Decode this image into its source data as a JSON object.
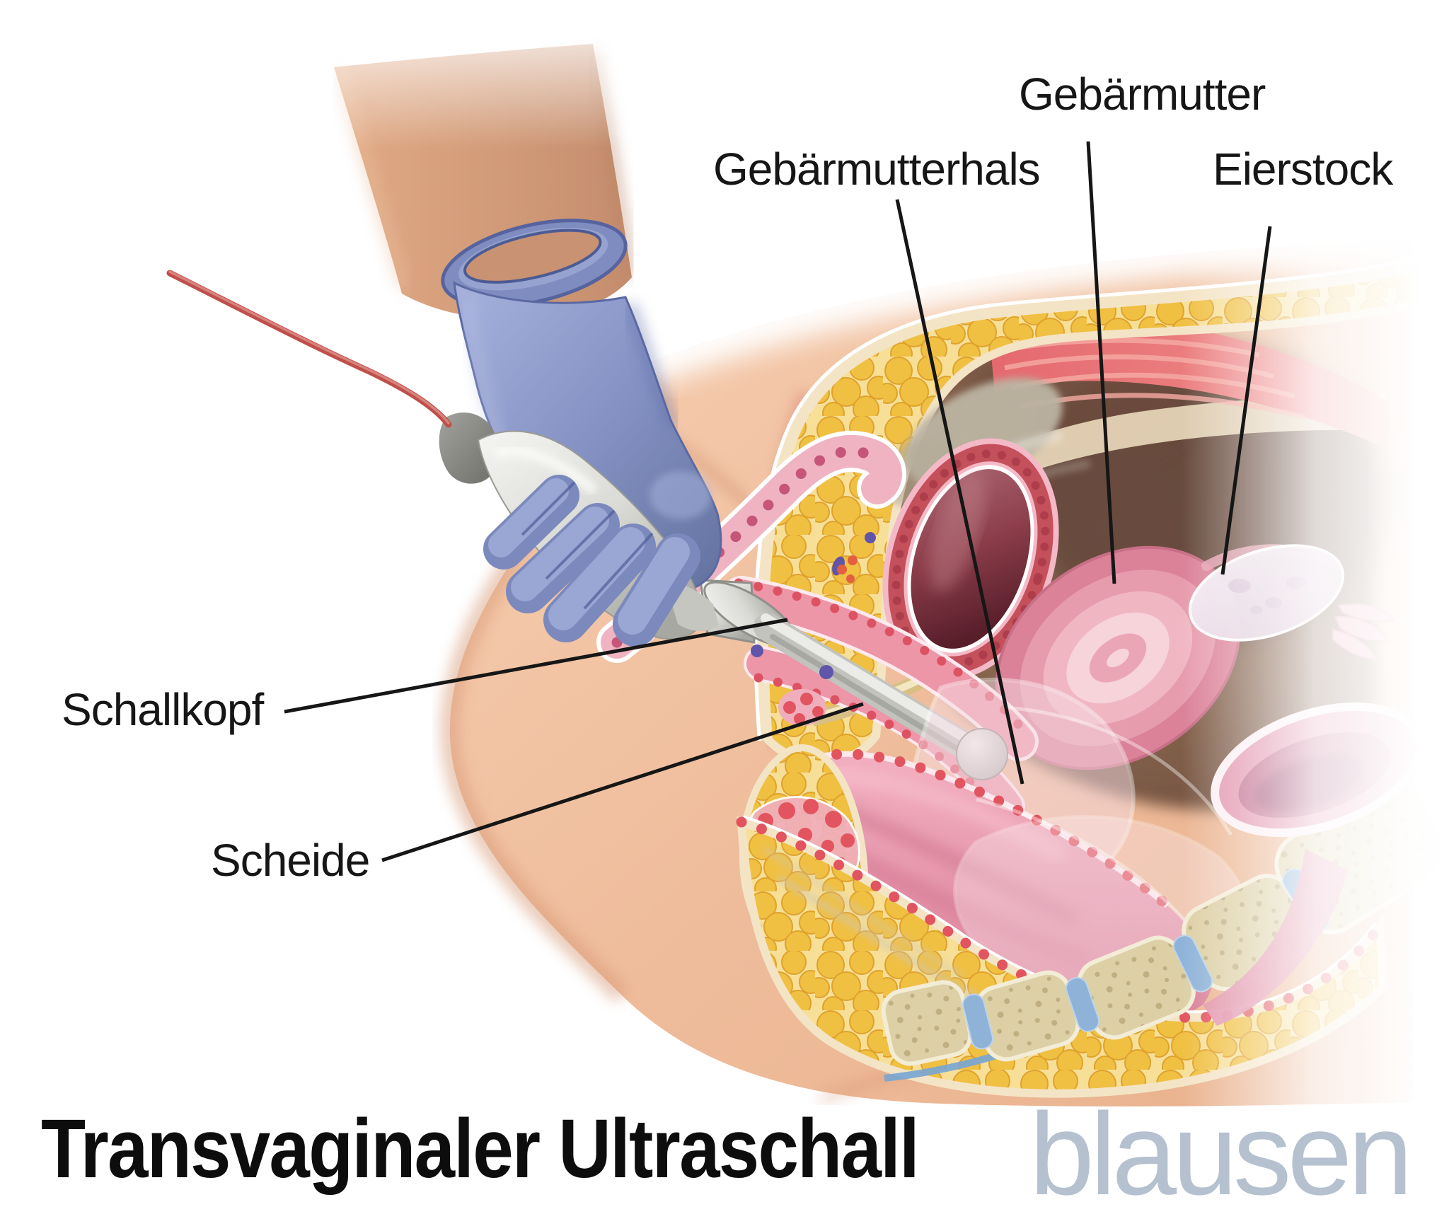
{
  "figure": {
    "type": "medical-illustration",
    "title": "Transvaginaler Ultraschall",
    "brand_logo_text": "blausen",
    "annotations": [
      {
        "id": "gebaermutterhals",
        "text": "Gebärmutterhals",
        "points_to": "cervix"
      },
      {
        "id": "gebaermutter",
        "text": "Gebärmutter",
        "points_to": "uterus"
      },
      {
        "id": "eierstock",
        "text": "Eierstock",
        "points_to": "ovary"
      },
      {
        "id": "schallkopf",
        "text": "Schallkopf",
        "points_to": "ultrasound-transducer"
      },
      {
        "id": "scheide",
        "text": "Scheide",
        "points_to": "vagina"
      }
    ],
    "colors": {
      "background": "#ffffff",
      "label_text": "#161616",
      "leader_line": "#161616",
      "title_text": "#0d0d0d",
      "brand_logo": "#b5c1cf",
      "patient_skin": "#f0c0a0",
      "operator_glove": "#8592c4",
      "probe_body": "#d9d9d5",
      "probe_cable": "#bf4f49",
      "fat_tissue": "#f0c043",
      "muscle": "#e4696e",
      "bladder": "#8a3c49",
      "uterus": "#db8298",
      "ovary": "#ecdff0",
      "rectum": "#eb9fb4",
      "vertebra_bone": "#ddd0a6",
      "spinal_disc": "#8fb3d8"
    }
  }
}
